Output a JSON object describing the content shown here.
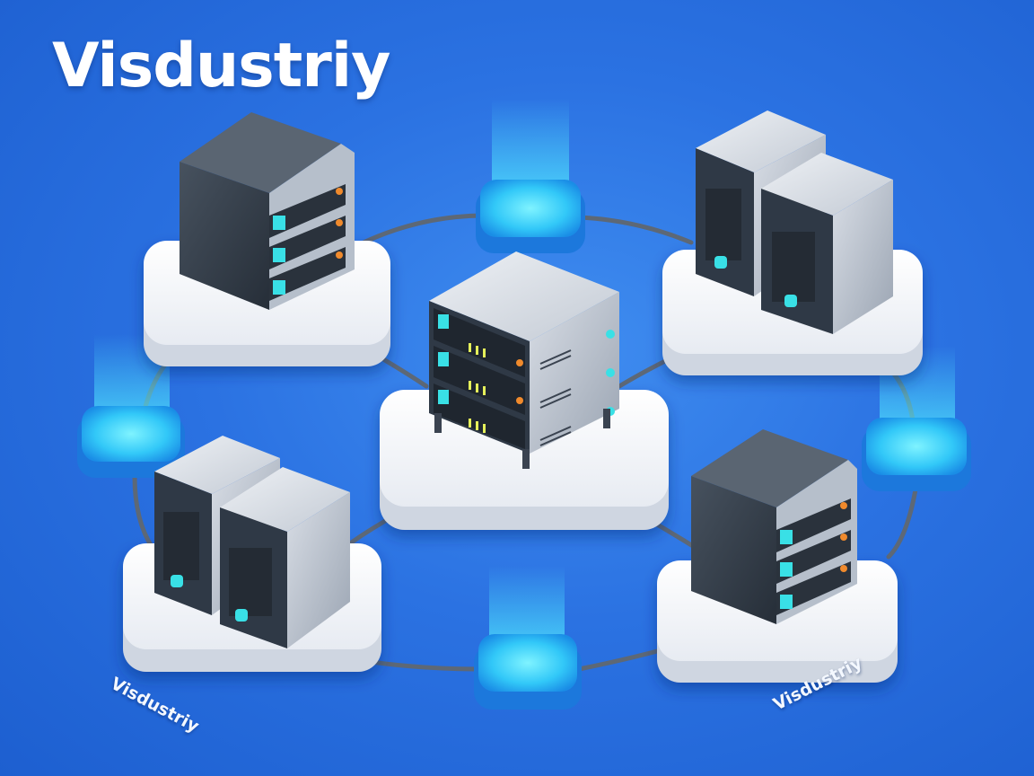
{
  "title": "Visdustriy",
  "floor_labels": {
    "left": "Visdustriy",
    "right": "Visdustriy"
  },
  "colors": {
    "background": "#2b72e2",
    "platform": "#eef1f6",
    "node_glow": "#38d4ff",
    "server_dark": "#2f3946",
    "server_silver": "#a8b2c0",
    "cable": "#5d6876",
    "led_orange": "#f08a2c",
    "led_cyan": "#39e0e6"
  }
}
